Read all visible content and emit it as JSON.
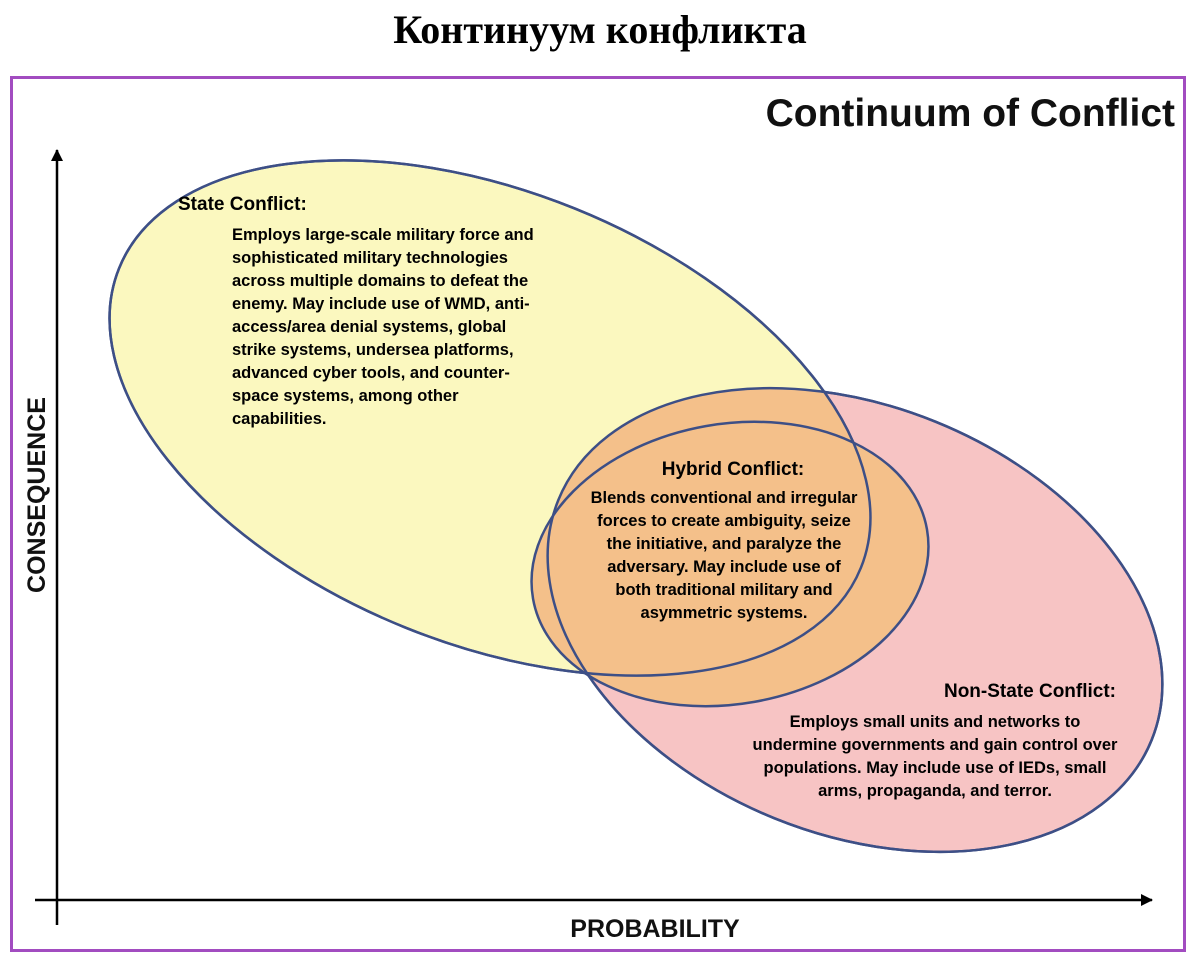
{
  "page_title": "Континуум конфликта",
  "diagram": {
    "title": "Continuum of Conflict",
    "axis_y_label": "CONSEQUENCE",
    "axis_x_label": "PROBABILITY",
    "colors": {
      "frame": "#a24cc0",
      "ellipse_stroke": "#3d4f86",
      "state": "#fbf8bf",
      "non_state": "#f7c4c4",
      "hybrid": "#f4c08a"
    },
    "state": {
      "heading": "State Conflict:",
      "lines": [
        "Employs large-scale military force and",
        "sophisticated military technologies",
        "across multiple domains to defeat the",
        "enemy.  May include use of WMD, anti-",
        "access/area denial systems, global",
        "strike systems, undersea platforms,",
        "advanced cyber tools, and counter-",
        "space systems, among other",
        "capabilities."
      ]
    },
    "hybrid": {
      "heading": "Hybrid Conflict:",
      "lines": [
        "Blends conventional and irregular",
        "forces to create ambiguity, seize",
        "the initiative, and paralyze the",
        "adversary.  May include use of",
        "both traditional military  and",
        "asymmetric systems."
      ]
    },
    "non_state": {
      "heading": "Non-State Conflict:",
      "lines": [
        "Employs small units and networks to",
        "undermine governments and gain control over",
        "populations.  May include use of IEDs, small",
        "arms, propaganda, and terror."
      ]
    }
  }
}
